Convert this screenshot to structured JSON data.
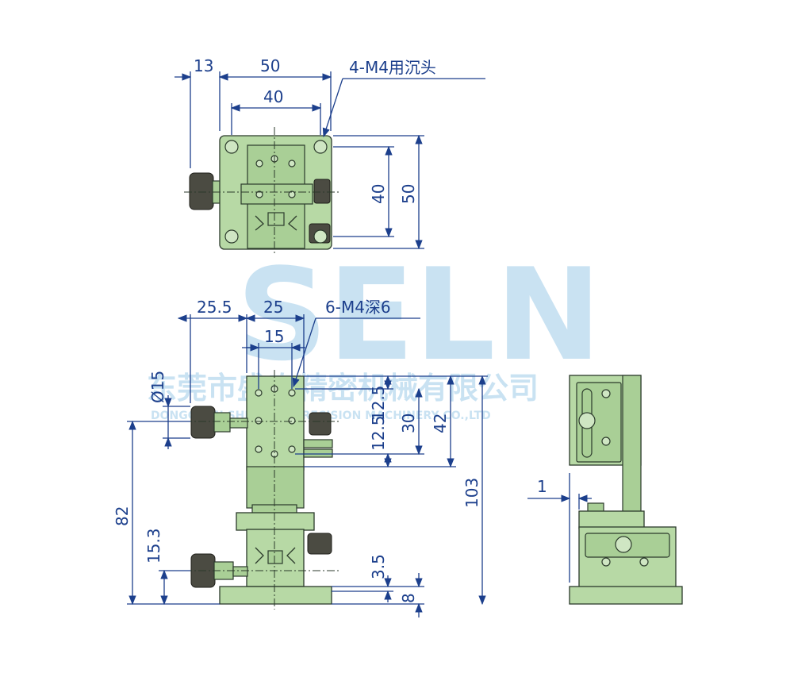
{
  "watermark": {
    "brand": "SELN",
    "company_cn": "东莞市盛泰精密机械有限公司",
    "company_en": "DONGGUAN SHENGTAI PRECISION MACHINERY CO.,LTD"
  },
  "top_view": {
    "dim_13": "13",
    "dim_50_width": "50",
    "dim_40_width": "40",
    "callout_holes": "4-M4用沉头",
    "dim_40_height": "40",
    "dim_50_height": "50"
  },
  "front_view": {
    "dim_25_5": "25.5",
    "dim_25": "25",
    "dim_15": "15",
    "callout_holes": "6-M4深6",
    "dim_dia15": "Ø15",
    "dim_12_5_top": "12.5",
    "dim_12_5_bottom": "12.5",
    "dim_30": "30",
    "dim_42": "42",
    "dim_103": "103",
    "dim_82": "82",
    "dim_15_3": "15.3",
    "dim_3_5": "3.5",
    "dim_8": "8"
  },
  "side_view": {
    "dim_1": "1"
  },
  "colors": {
    "dimension": "#1c3f8c",
    "part_body": "#b7d9a5",
    "knob": "#4b4b42",
    "watermark": "#5aa8d8"
  }
}
